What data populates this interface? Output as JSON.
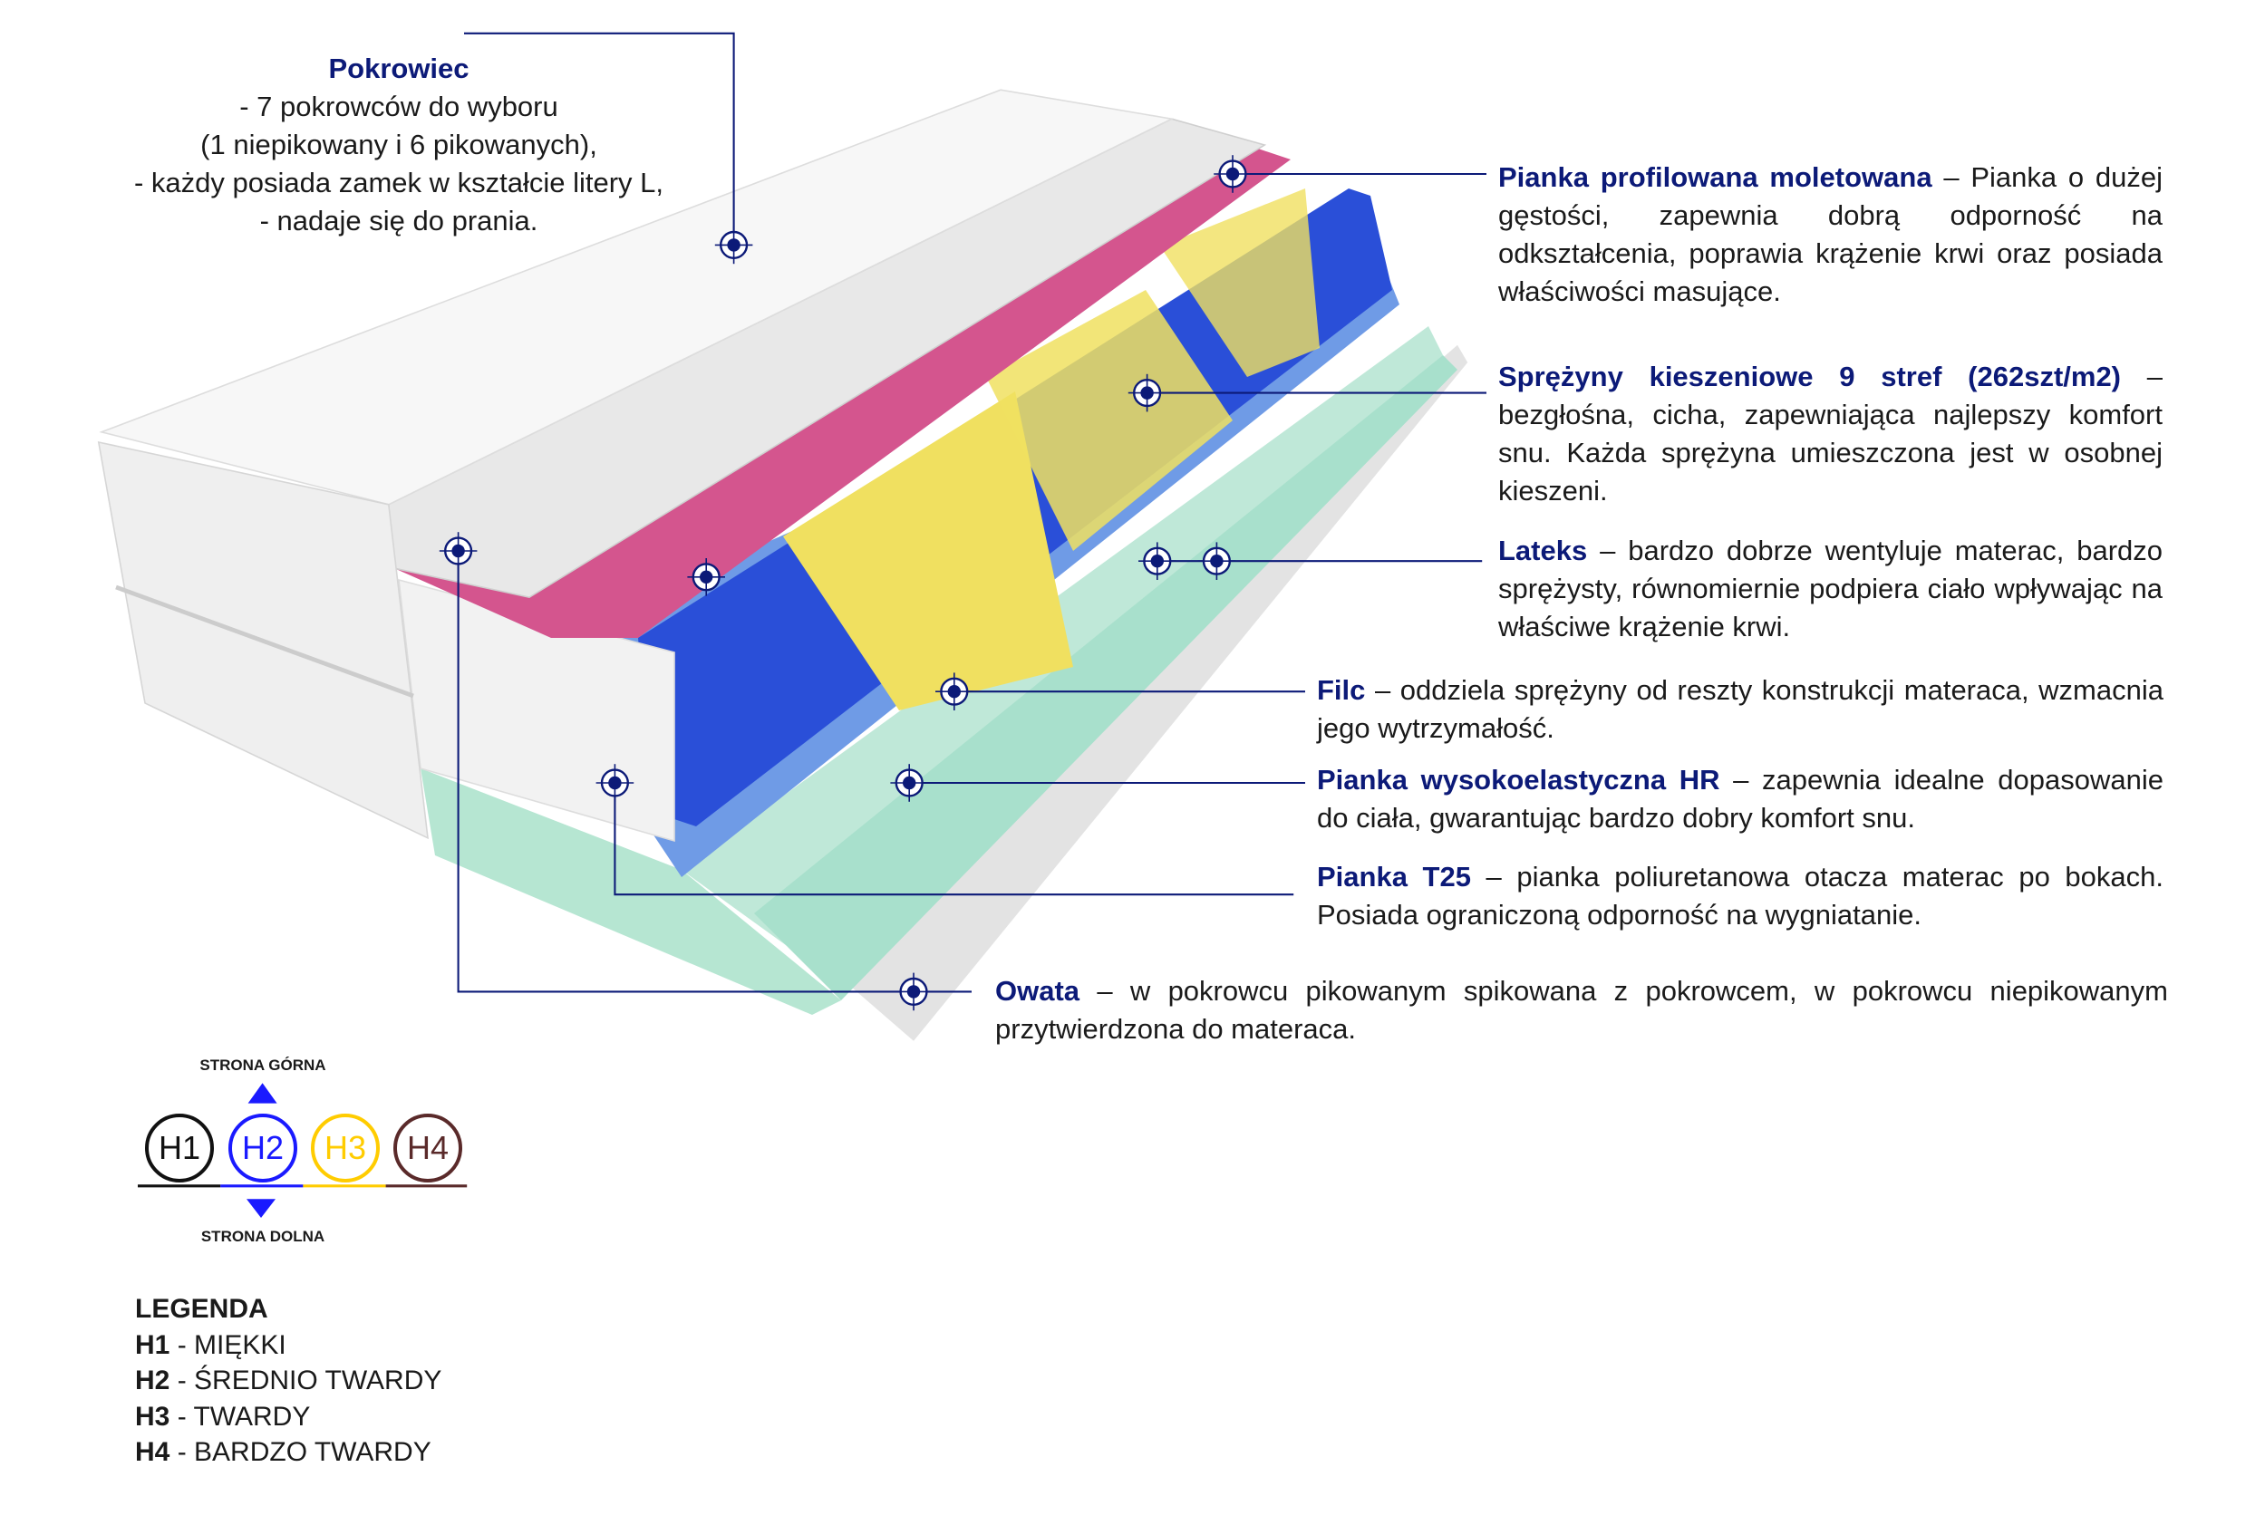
{
  "cover": {
    "title": "Pokrowiec",
    "lines": [
      "- 7 pokrowców do wyboru",
      "(1 niepikowany i 6 pikowanych),",
      "-  każdy posiada zamek w kształcie litery L,",
      "- nadaje się do prania."
    ]
  },
  "layers": [
    {
      "name": "Pianka profilowana moletowana",
      "desc": " – Pianka o dużej gęstości, zapewnia dobrą odporność na odkształcenia, poprawia krążenie krwi oraz posiada właściwości masujące."
    },
    {
      "name": "Sprężyny kieszeniowe 9 stref (262szt/m2)",
      "desc": " – bezgłośna, cicha, zapewniająca najlepszy komfort snu. Każda sprężyna umieszczona jest w osobnej kieszeni."
    },
    {
      "name": "Lateks",
      "desc": " – bardzo dobrze wentyluje materac, bardzo sprężysty, równomiernie podpiera ciało wpływając na właściwe krążenie krwi."
    },
    {
      "name": "Filc",
      "desc": " – oddziela sprężyny od reszty konstrukcji materaca, wzmacnia jego wytrzymałość."
    },
    {
      "name": "Pianka wysokoelastyczna HR",
      "desc": " – zapewnia idealne dopasowanie do ciała, gwarantując bardzo dobry komfort snu."
    },
    {
      "name": "Pianka T25",
      "desc": " – pianka poliuretanowa otacza materac po bokach. Posiada ograniczoną odporność na wygniatanie."
    },
    {
      "name": "Owata",
      "desc": " – w pokrowcu pikowanym spikowana z pokrowcem, w pokrowcu niepikowanym przytwierdzona do materaca."
    }
  ],
  "hardness": {
    "top_label": "STRONA GÓRNA",
    "bottom_label": "STRONA DOLNA",
    "levels": [
      {
        "label": "H1",
        "color": "#111111"
      },
      {
        "label": "H2",
        "color": "#1a1aff"
      },
      {
        "label": "H3",
        "color": "#ffcc00"
      },
      {
        "label": "H4",
        "color": "#5a2a2a"
      }
    ]
  },
  "legend": {
    "title": "LEGENDA",
    "items": [
      {
        "code": "H1",
        "label": "MIĘKKI"
      },
      {
        "code": "H2",
        "label": "ŚREDNIO TWARDY"
      },
      {
        "code": "H3",
        "label": "TWARDY"
      },
      {
        "code": "H4",
        "label": "BARDZO TWARDY"
      }
    ]
  },
  "colors": {
    "accent": "#0c1a78"
  }
}
